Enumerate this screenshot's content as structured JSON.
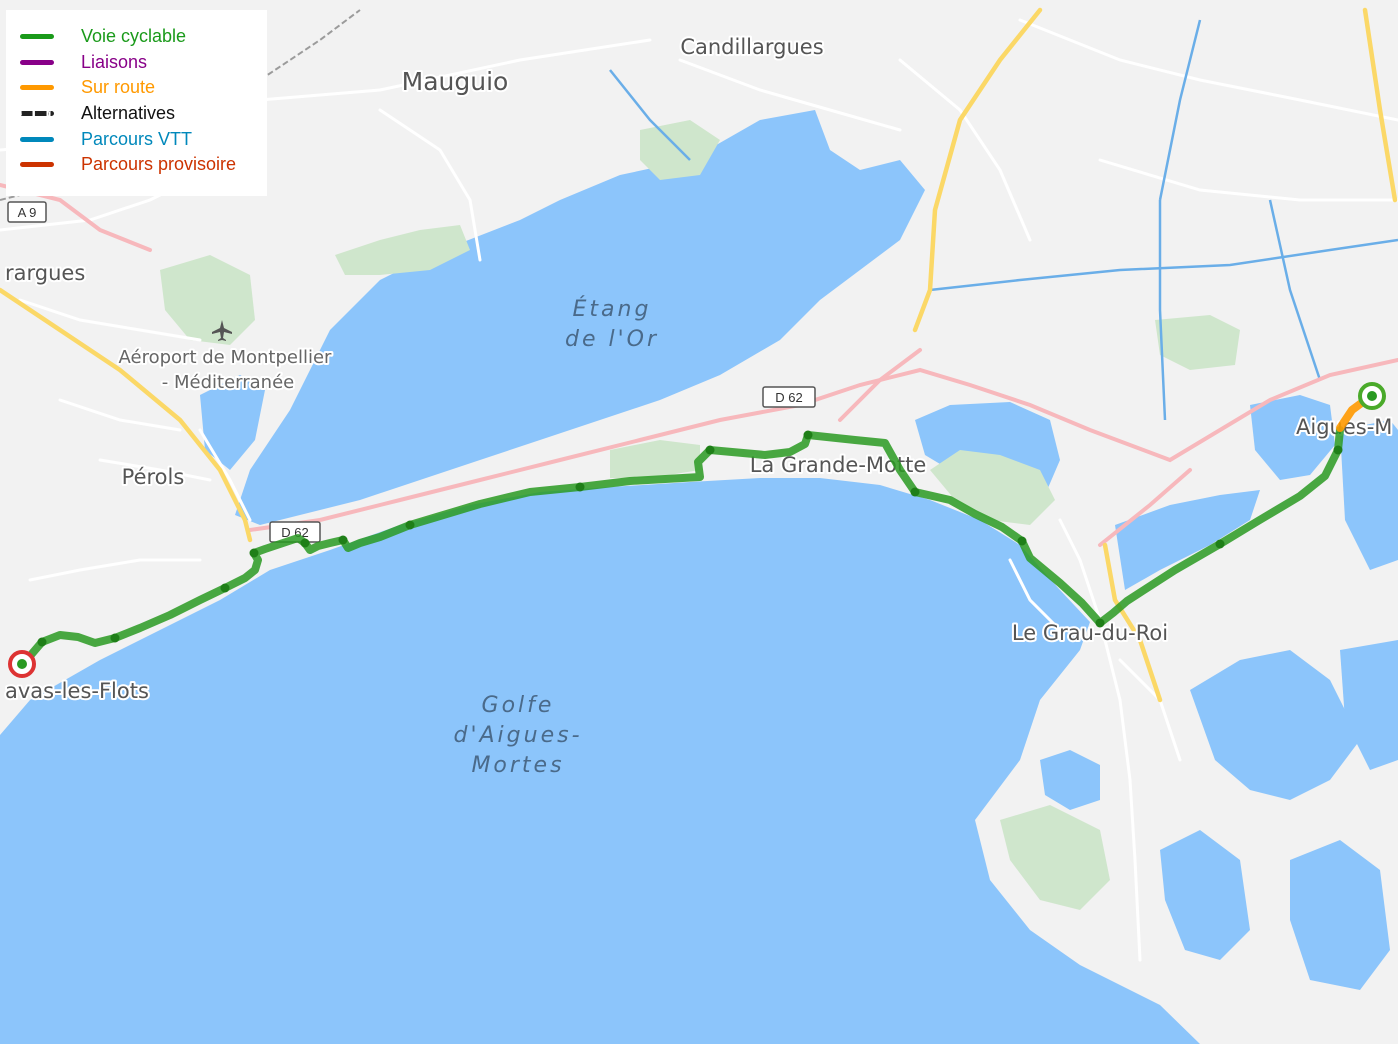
{
  "legend": {
    "items": [
      {
        "label": "Voie cyclable",
        "color": "#1a9a1a",
        "style": "solid"
      },
      {
        "label": "Liaisons",
        "color": "#880088",
        "style": "solid"
      },
      {
        "label": "Sur route",
        "color": "#ff9900",
        "style": "solid"
      },
      {
        "label": "Alternatives",
        "color": "#222222",
        "style": "dashed"
      },
      {
        "label": "Parcours VTT",
        "color": "#0088bb",
        "style": "solid"
      },
      {
        "label": "Parcours provisoire",
        "color": "#cc3300",
        "style": "solid"
      }
    ]
  },
  "places": {
    "mauguio": "Mauguio",
    "candillargues": "Candillargues",
    "etang_line1": "Étang",
    "etang_line2": "de l'Or",
    "airport_line1": "Aéroport de Montpellier",
    "airport_line2": "- Méditerranée",
    "perols": "Pérols",
    "la_grande_motte": "La Grande-Motte",
    "le_grau_du_roi": "Le Grau-du-Roi",
    "aigues_mortes": "Aigues-M",
    "palavas": "avas-les-Flots",
    "lattes": "rargues",
    "golfe_line1": "Golfe",
    "golfe_line2": "d'Aigues-",
    "golfe_line3": "Mortes"
  },
  "roads": {
    "a9": "A 9",
    "d62_a": "D 62",
    "d62_b": "D 62"
  },
  "colors": {
    "land": "#f2f2f2",
    "water": "#8cc5fb",
    "park": "#cfe6cc",
    "route": "#2a9a22",
    "start_marker": "#4aaa2a",
    "end_marker": "#dd3333"
  },
  "route": {
    "waypoints": [
      [
        24,
        663
      ],
      [
        30,
        656
      ],
      [
        42,
        642
      ],
      [
        60,
        635
      ],
      [
        78,
        637
      ],
      [
        95,
        643
      ],
      [
        115,
        638
      ],
      [
        140,
        628
      ],
      [
        170,
        615
      ],
      [
        200,
        600
      ],
      [
        225,
        588
      ],
      [
        245,
        578
      ],
      [
        255,
        570
      ],
      [
        258,
        560
      ],
      [
        254,
        553
      ],
      [
        265,
        549
      ],
      [
        280,
        544
      ],
      [
        298,
        538
      ],
      [
        305,
        543
      ],
      [
        310,
        550
      ],
      [
        318,
        546
      ],
      [
        330,
        543
      ],
      [
        343,
        540
      ],
      [
        348,
        548
      ],
      [
        360,
        543
      ],
      [
        380,
        537
      ],
      [
        410,
        525
      ],
      [
        440,
        516
      ],
      [
        480,
        504
      ],
      [
        530,
        492
      ],
      [
        580,
        487
      ],
      [
        630,
        481
      ],
      [
        700,
        477
      ],
      [
        698,
        462
      ],
      [
        710,
        450
      ],
      [
        765,
        455
      ],
      [
        790,
        452
      ],
      [
        805,
        444
      ],
      [
        808,
        435
      ],
      [
        855,
        440
      ],
      [
        885,
        443
      ],
      [
        900,
        470
      ],
      [
        915,
        492
      ],
      [
        950,
        500
      ],
      [
        975,
        514
      ],
      [
        1002,
        527
      ],
      [
        1022,
        541
      ],
      [
        1030,
        558
      ],
      [
        1060,
        583
      ],
      [
        1082,
        603
      ],
      [
        1100,
        623
      ],
      [
        1113,
        613
      ],
      [
        1127,
        601
      ],
      [
        1175,
        570
      ],
      [
        1220,
        544
      ],
      [
        1258,
        521
      ],
      [
        1300,
        496
      ],
      [
        1325,
        476
      ],
      [
        1338,
        450
      ],
      [
        1340,
        430
      ]
    ],
    "onroad": [
      [
        1340,
        428
      ],
      [
        1352,
        410
      ],
      [
        1371,
        396
      ]
    ],
    "start": [
      1372,
      396
    ],
    "end": [
      22,
      664
    ]
  }
}
